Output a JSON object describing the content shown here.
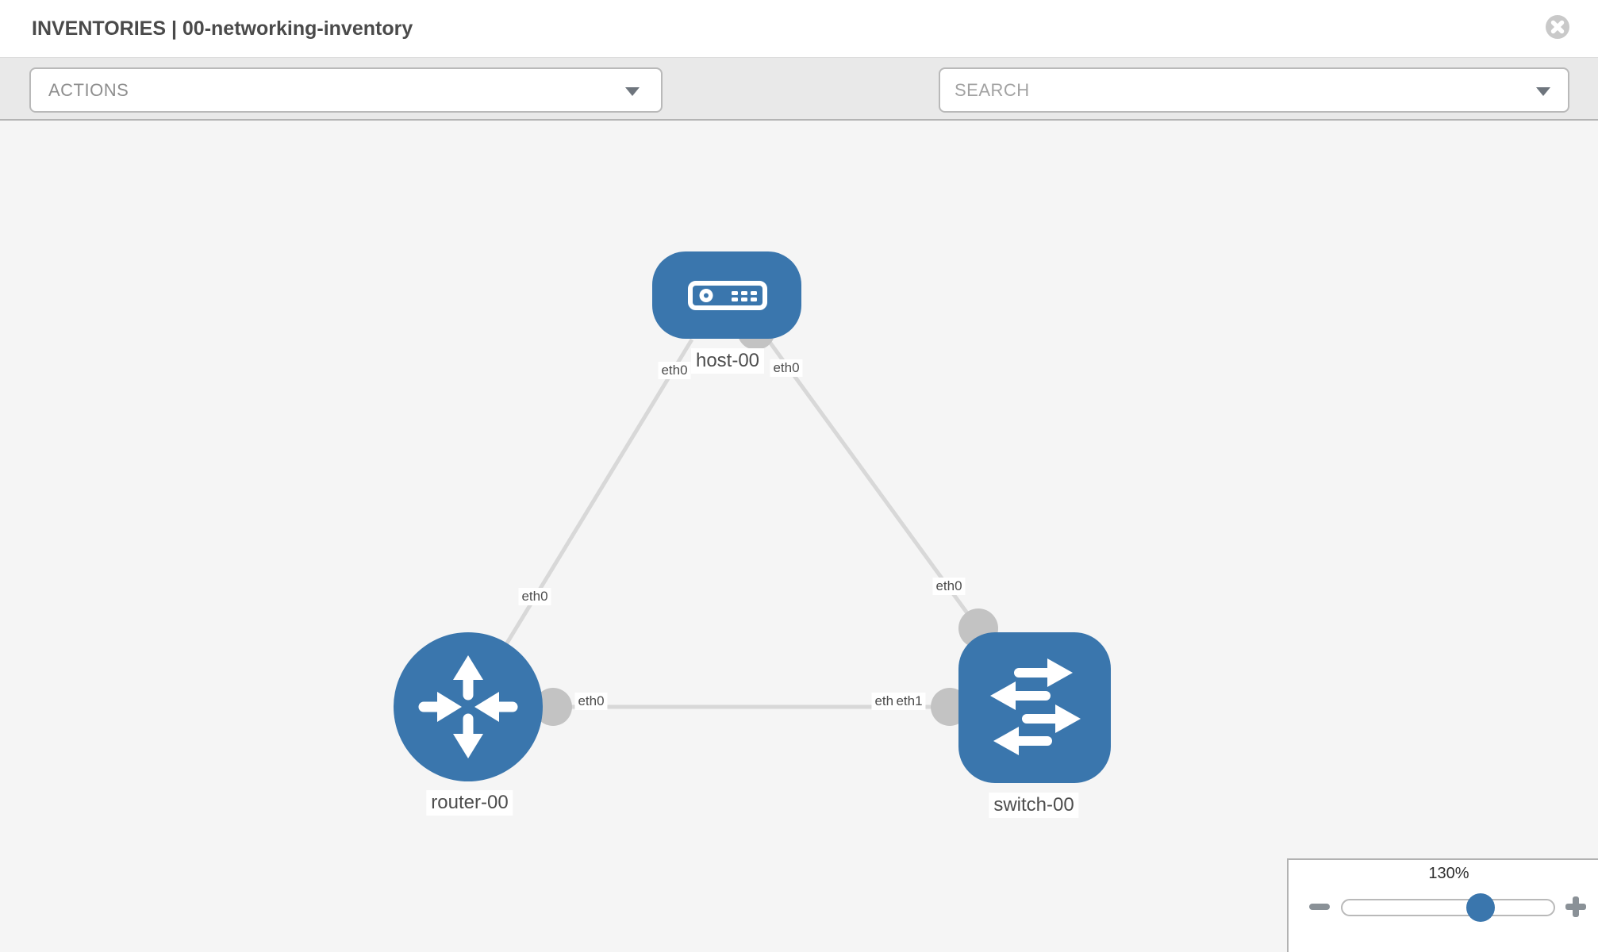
{
  "header": {
    "title": "INVENTORIES | 00-networking-inventory"
  },
  "toolbar": {
    "actions_label": "ACTIONS",
    "search_placeholder": "SEARCH"
  },
  "topology": {
    "nodes": [
      {
        "label": "host-00",
        "type": "host"
      },
      {
        "label": "router-00",
        "type": "router"
      },
      {
        "label": "switch-00",
        "type": "switch"
      }
    ],
    "links": [
      {
        "from": "host-00",
        "from_interface": "eth0",
        "to": "router-00",
        "to_interface": "eth0"
      },
      {
        "from": "host-00",
        "from_interface": "eth0",
        "to": "switch-00",
        "to_interface": "eth0"
      },
      {
        "from": "router-00",
        "from_interface": "eth0",
        "to": "switch-00",
        "to_interface": "eth1"
      }
    ],
    "occluded_interface_label": "eth0"
  },
  "zoom_control": {
    "level": "130%"
  },
  "colors": {
    "node_blue": "#3a76ad",
    "link_gray": "#d8d8d8",
    "port_gray": "#c3c3c3",
    "canvas_bg": "#f5f5f5",
    "toolbar_bg": "#e9e9e9"
  }
}
